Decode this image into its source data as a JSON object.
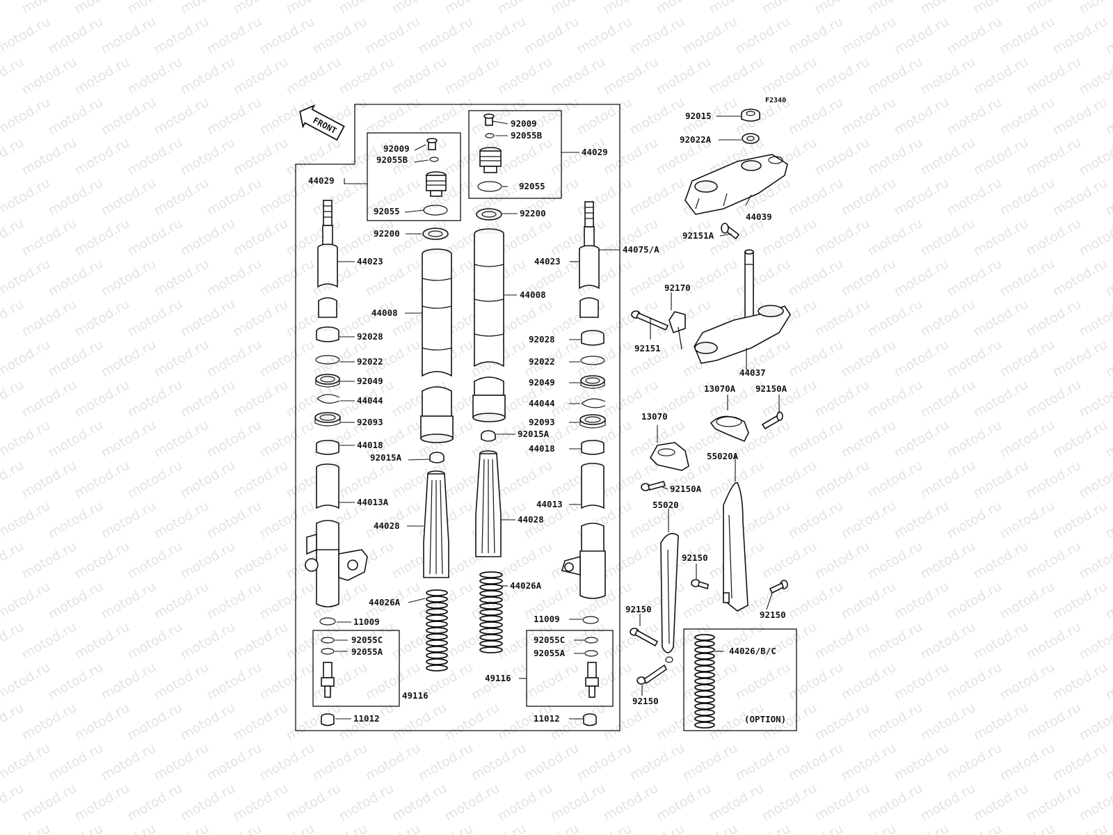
{
  "watermark": "motod.ru",
  "figure_id": "F2340",
  "front_marker": "FRONT",
  "option_note": "(OPTION)",
  "part_labels": [
    {
      "id": "44029_l",
      "text": "44029"
    },
    {
      "id": "92009_l",
      "text": "92009"
    },
    {
      "id": "92055B_l",
      "text": "92055B"
    },
    {
      "id": "92055_l",
      "text": "92055"
    },
    {
      "id": "92200_l",
      "text": "92200"
    },
    {
      "id": "44023_l",
      "text": "44023"
    },
    {
      "id": "44008_l",
      "text": "44008"
    },
    {
      "id": "92028_l",
      "text": "92028"
    },
    {
      "id": "92022_l",
      "text": "92022"
    },
    {
      "id": "92049_l",
      "text": "92049"
    },
    {
      "id": "44044_l",
      "text": "44044"
    },
    {
      "id": "92093_l",
      "text": "92093"
    },
    {
      "id": "44018_l",
      "text": "44018"
    },
    {
      "id": "92015A_l",
      "text": "92015A"
    },
    {
      "id": "44013A_l",
      "text": "44013A"
    },
    {
      "id": "44028_l",
      "text": "44028"
    },
    {
      "id": "44026A_l",
      "text": "44026A"
    },
    {
      "id": "11009_l",
      "text": "11009"
    },
    {
      "id": "92055C_l",
      "text": "92055C"
    },
    {
      "id": "92055A_l",
      "text": "92055A"
    },
    {
      "id": "49116_l",
      "text": "49116"
    },
    {
      "id": "11012_l",
      "text": "11012"
    },
    {
      "id": "92009_r",
      "text": "92009"
    },
    {
      "id": "92055B_r",
      "text": "92055B"
    },
    {
      "id": "44029_r",
      "text": "44029"
    },
    {
      "id": "92055_r",
      "text": "92055"
    },
    {
      "id": "92200_r",
      "text": "92200"
    },
    {
      "id": "44075A",
      "text": "44075/A"
    },
    {
      "id": "44023_r",
      "text": "44023"
    },
    {
      "id": "44008_r",
      "text": "44008"
    },
    {
      "id": "92028_r",
      "text": "92028"
    },
    {
      "id": "92022_r",
      "text": "92022"
    },
    {
      "id": "92049_r",
      "text": "92049"
    },
    {
      "id": "44044_r",
      "text": "44044"
    },
    {
      "id": "92093_r",
      "text": "92093"
    },
    {
      "id": "92015A_r",
      "text": "92015A"
    },
    {
      "id": "44018_r",
      "text": "44018"
    },
    {
      "id": "44013_r",
      "text": "44013"
    },
    {
      "id": "44028_r",
      "text": "44028"
    },
    {
      "id": "44026A_r",
      "text": "44026A"
    },
    {
      "id": "11009_r",
      "text": "11009"
    },
    {
      "id": "92055C_r",
      "text": "92055C"
    },
    {
      "id": "92055A_r",
      "text": "92055A"
    },
    {
      "id": "49116_r",
      "text": "49116"
    },
    {
      "id": "11012_r",
      "text": "11012"
    },
    {
      "id": "92015",
      "text": "92015"
    },
    {
      "id": "92022A",
      "text": "92022A"
    },
    {
      "id": "44039",
      "text": "44039"
    },
    {
      "id": "92151A",
      "text": "92151A"
    },
    {
      "id": "92170",
      "text": "92170"
    },
    {
      "id": "92151",
      "text": "92151"
    },
    {
      "id": "44037",
      "text": "44037"
    },
    {
      "id": "13070A",
      "text": "13070A"
    },
    {
      "id": "92150A_a",
      "text": "92150A"
    },
    {
      "id": "13070",
      "text": "13070"
    },
    {
      "id": "55020A",
      "text": "55020A"
    },
    {
      "id": "92150A_b",
      "text": "92150A"
    },
    {
      "id": "55020",
      "text": "55020"
    },
    {
      "id": "92150_a",
      "text": "92150"
    },
    {
      "id": "92150_b",
      "text": "92150"
    },
    {
      "id": "92150_c",
      "text": "92150"
    },
    {
      "id": "92150_d",
      "text": "92150"
    },
    {
      "id": "440264BC",
      "text": "44026/B/C"
    }
  ]
}
